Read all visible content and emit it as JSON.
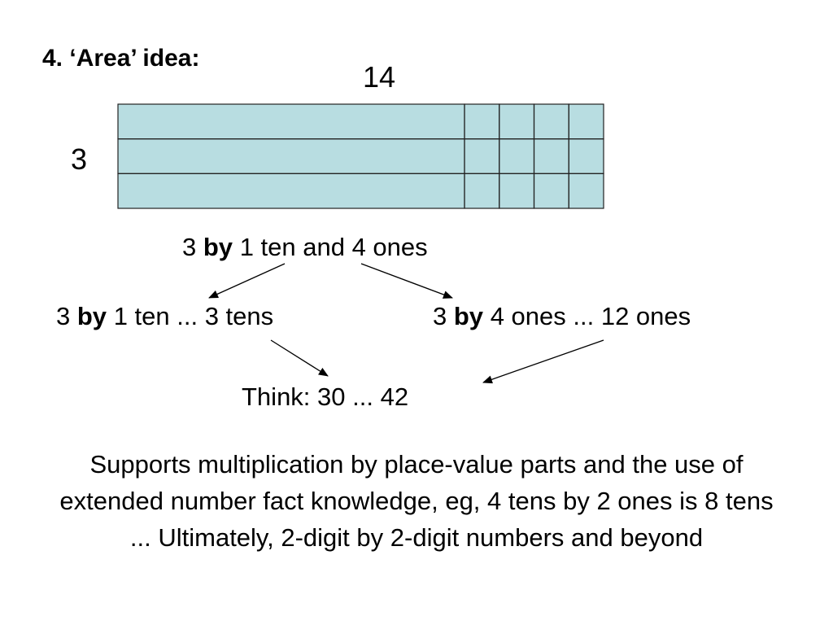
{
  "heading": "4. ‘Area’ idea:",
  "length_label": "14",
  "width_label": "3",
  "area_model": {
    "rows": 3,
    "tens": 1,
    "ones": 4,
    "fill_color": "#b8dde1",
    "line_color": "#222222"
  },
  "decomposition": {
    "whole": {
      "a": "3",
      "by": "by",
      "b": "1 ten and 4 ones"
    },
    "left": {
      "a": "3",
      "by": "by",
      "b": "1 ten ... 3 tens"
    },
    "right": {
      "a": "3",
      "by": "by",
      "b": "4 ones ... 12 ones"
    }
  },
  "think": "Think: 30 ... 42",
  "summary": "Supports multiplication by place-value parts and the use of extended number fact knowledge, eg, 4 tens by 2 ones is 8 tens ... Ultimately, 2-digit by 2-digit numbers and beyond"
}
